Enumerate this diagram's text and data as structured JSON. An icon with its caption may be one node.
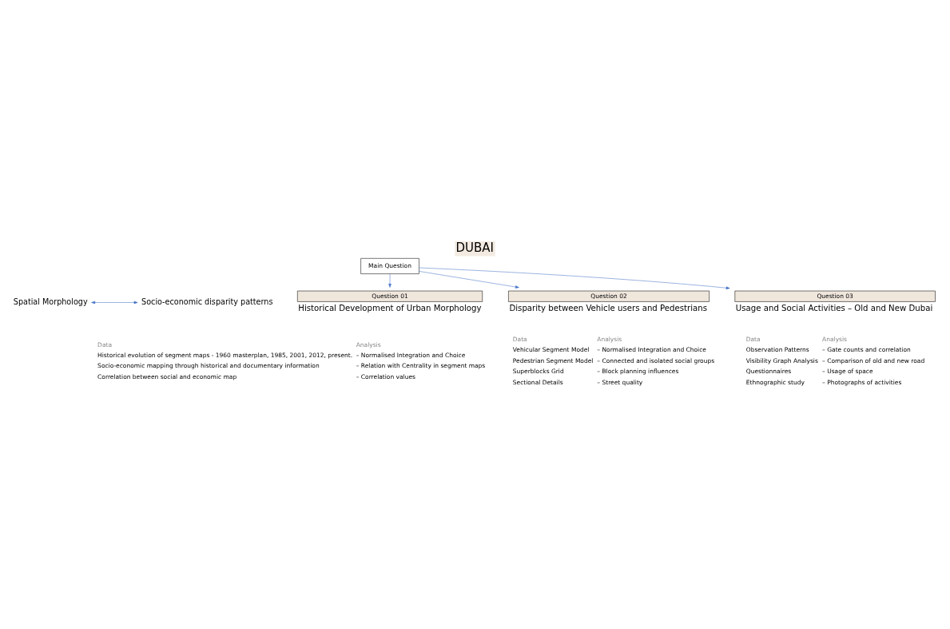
{
  "diagram": {
    "title": "DUBAI",
    "nodes": [
      {
        "text": [
          "Main Question"
        ]
      },
      {
        "text": [
          "Spatial Morphology"
        ]
      },
      {
        "text": [
          "Socio-economic disparity patterns"
        ]
      },
      {
        "text": [
          "Question 01",
          "Historical Development of Urban Morphology"
        ]
      },
      {
        "text": [
          "Question 02",
          "Disparity between Vehicle users and Pedestrians"
        ]
      },
      {
        "text": [
          "Question 03",
          "Usage and Social Activities – Old and New Dubai"
        ]
      }
    ],
    "edges": [
      {
        "from": 1,
        "to": 2,
        "arrow": "both"
      },
      {
        "from": 0,
        "to": 3,
        "arrow": "to"
      },
      {
        "from": 0,
        "to": 4,
        "arrow": "to"
      },
      {
        "from": 0,
        "to": 5,
        "arrow": "to"
      }
    ],
    "labels": [
      "Data",
      "Analysis",
      "Historical evolution of segment maps - 1960 masterplan, 1985, 2001, 2012, present.",
      "– Normalised Integration and Choice",
      "Socio-economic mapping through historical and documentary information",
      "– Relation with Centrality in segment maps",
      "Correlation between social and economic map",
      "– Correlation values",
      "Data",
      "Analysis",
      "Vehicular Segment Model",
      "– Normalised Integration and Choice",
      "Pedestrian Segment Model",
      "– Connected and isolated social groups",
      "Superblocks Grid",
      "– Block planning influences",
      "Sectional Details",
      "– Street quality",
      "Data",
      "Analysis",
      "Observation Patterns",
      "– Gate counts and correlation",
      "Visibility Graph Analysis",
      "– Comparison of old and new road",
      "Questionnaires",
      "– Usage of space",
      "Ethnographic study",
      "– Photographs of activities"
    ]
  }
}
